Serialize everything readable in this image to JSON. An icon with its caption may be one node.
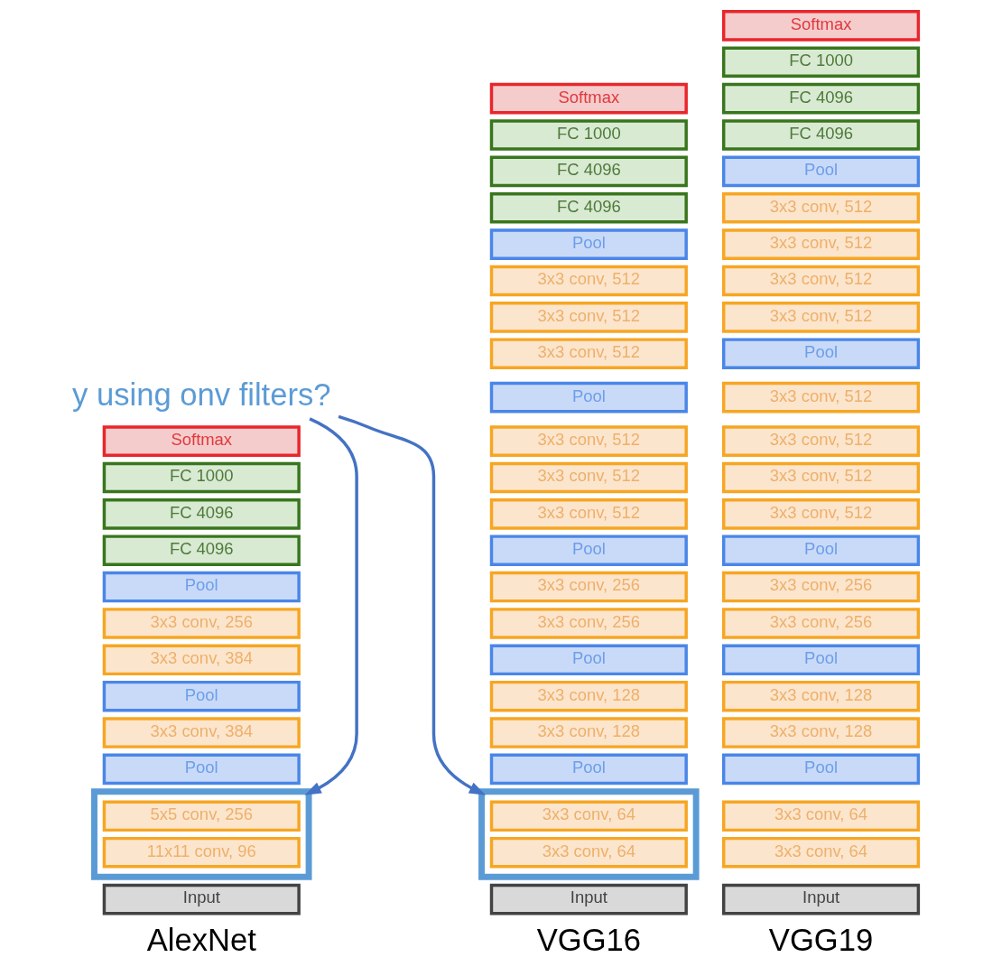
{
  "diagram": {
    "nodes": [
      {
        "text": [
          "y using onv filters?"
        ]
      },
      {
        "text": [
          "Softmax"
        ]
      },
      {
        "text": [
          "FC 1000"
        ]
      },
      {
        "text": [
          "FC 4096"
        ]
      },
      {
        "text": [
          "FC 4096"
        ]
      },
      {
        "text": [
          "Pool"
        ]
      },
      {
        "text": [
          "3x3 conv, 256"
        ]
      },
      {
        "text": [
          "3x3 conv, 384"
        ]
      },
      {
        "text": [
          "Pool"
        ]
      },
      {
        "text": [
          "3x3 conv, 384"
        ]
      },
      {
        "text": [
          "Pool"
        ]
      },
      {
        "text": [],
        "shape": "box"
      },
      {
        "text": [
          "5x5 conv, 256"
        ],
        "in": 11
      },
      {
        "text": [
          "11x11 conv, 96"
        ],
        "in": 11
      },
      {
        "text": [
          "Input"
        ]
      },
      {
        "text": [
          "Softmax"
        ]
      },
      {
        "text": [
          "FC 1000"
        ]
      },
      {
        "text": [
          "FC 4096"
        ]
      },
      {
        "text": [
          "FC 4096"
        ]
      },
      {
        "text": [
          "Pool"
        ]
      },
      {
        "text": [
          "3x3 conv, 512"
        ]
      },
      {
        "text": [
          "3x3 conv, 512"
        ]
      },
      {
        "text": [
          "3x3 conv, 512"
        ]
      },
      {
        "text": [
          "Pool"
        ]
      },
      {
        "text": [
          "3x3 conv, 512"
        ]
      },
      {
        "text": [
          "3x3 conv, 512"
        ]
      },
      {
        "text": [
          "3x3 conv, 512"
        ]
      },
      {
        "text": [
          "Pool"
        ]
      },
      {
        "text": [
          "3x3 conv, 256"
        ]
      },
      {
        "text": [
          "3x3 conv, 256"
        ]
      },
      {
        "text": [
          "Pool"
        ]
      },
      {
        "text": [
          "3x3 conv, 128"
        ]
      },
      {
        "text": [
          "3x3 conv, 128"
        ]
      },
      {
        "text": [
          "Pool"
        ]
      },
      {
        "text": [],
        "shape": "box"
      },
      {
        "text": [
          "3x3 conv, 64"
        ],
        "in": 34
      },
      {
        "text": [
          "3x3 conv, 64"
        ],
        "in": 34
      },
      {
        "text": [
          "Input"
        ]
      },
      {
        "text": [
          "Softmax"
        ]
      },
      {
        "text": [
          "FC 1000"
        ]
      },
      {
        "text": [
          "FC 4096"
        ]
      },
      {
        "text": [
          "FC 4096"
        ]
      },
      {
        "text": [
          "Pool"
        ]
      },
      {
        "text": [
          "3x3 conv, 512"
        ]
      },
      {
        "text": [
          "3x3 conv, 512"
        ]
      },
      {
        "text": [
          "3x3 conv, 512"
        ]
      },
      {
        "text": [
          "3x3 conv, 512"
        ]
      },
      {
        "text": [
          "Pool"
        ]
      },
      {
        "text": [
          "3x3 conv, 512"
        ]
      },
      {
        "text": [
          "3x3 conv, 512"
        ]
      },
      {
        "text": [
          "3x3 conv, 512"
        ]
      },
      {
        "text": [
          "3x3 conv, 512"
        ]
      },
      {
        "text": [
          "Pool"
        ]
      },
      {
        "text": [
          "3x3 conv, 256"
        ]
      },
      {
        "text": [
          "3x3 conv, 256"
        ]
      },
      {
        "text": [
          "Pool"
        ]
      },
      {
        "text": [
          "3x3 conv, 128"
        ]
      },
      {
        "text": [
          "3x3 conv, 128"
        ]
      },
      {
        "text": [
          "Pool"
        ]
      },
      {
        "text": [
          "3x3 conv, 64"
        ]
      },
      {
        "text": [
          "3x3 conv, 64"
        ]
      },
      {
        "text": [
          "Input"
        ]
      }
    ],
    "edges": [
      {
        "from": 0,
        "to": 11,
        "arrow": "to"
      },
      {
        "from": 0,
        "to": 34,
        "arrow": "to"
      }
    ],
    "labels": [
      "AlexNet",
      "VGG16",
      "VGG19"
    ]
  }
}
